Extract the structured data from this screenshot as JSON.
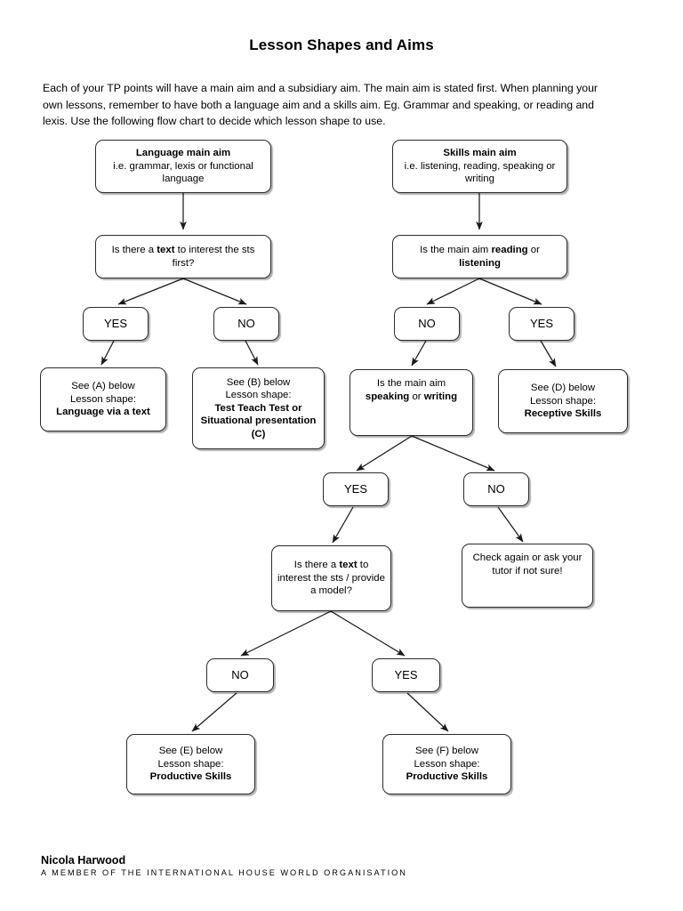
{
  "document": {
    "title": "Lesson Shapes and Aims",
    "intro": "Each of your TP points will have a main aim and a subsidiary aim. The main aim is stated first. When planning your own lessons, remember to have both a language aim and a skills aim. Eg. Grammar and speaking, or reading and lexis. Use the following flow chart to decide which lesson shape to use."
  },
  "flowchart": {
    "language_main_aim": {
      "heading": "Language main aim",
      "detail": "i.e. grammar, lexis or functional language"
    },
    "skills_main_aim": {
      "heading": "Skills main aim",
      "detail": "i.e. listening, reading, speaking or writing"
    },
    "q_text_interest": {
      "part1": "Is there a ",
      "bold1": "text",
      "part2": " to interest the sts first?"
    },
    "q_reading_listening": {
      "part1": "Is the main aim ",
      "bold1": "reading",
      "part2": " or ",
      "bold2": "listening"
    },
    "q_speaking_writing": {
      "part1": "Is the main aim ",
      "bold1": "speaking",
      "part2": " or ",
      "bold2": "writing"
    },
    "q_text_model": {
      "part1": "Is there a ",
      "bold1": "text",
      "part2": " to interest the sts / provide a model?"
    },
    "answers": {
      "yes": "YES",
      "no": "NO"
    },
    "outcome_a": {
      "see": "See (A) below",
      "label": "Lesson shape:",
      "shape": "Language via a text"
    },
    "outcome_b": {
      "see": "See (B) below",
      "label": "Lesson shape:",
      "shape": "Test Teach Test or Situational presentation (C)"
    },
    "outcome_d": {
      "see": "See (D) below",
      "label": "Lesson shape:",
      "shape": "Receptive Skills"
    },
    "outcome_e": {
      "see": "See (E) below",
      "label": "Lesson shape:",
      "shape": "Productive Skills"
    },
    "outcome_f": {
      "see": "See (F) below",
      "label": "Lesson shape:",
      "shape": "Productive Skills"
    },
    "check_again": "Check again or ask your tutor if not sure!"
  },
  "footer": {
    "name": "Nicola Harwood",
    "organisation": "A MEMBER OF THE INTERNATIONAL HOUSE WORLD ORGANISATION"
  },
  "colors": {
    "page_background": "#ffffff",
    "text": "#000000",
    "node_border": "#2b2b2b",
    "connector": "#1a1a1a"
  }
}
